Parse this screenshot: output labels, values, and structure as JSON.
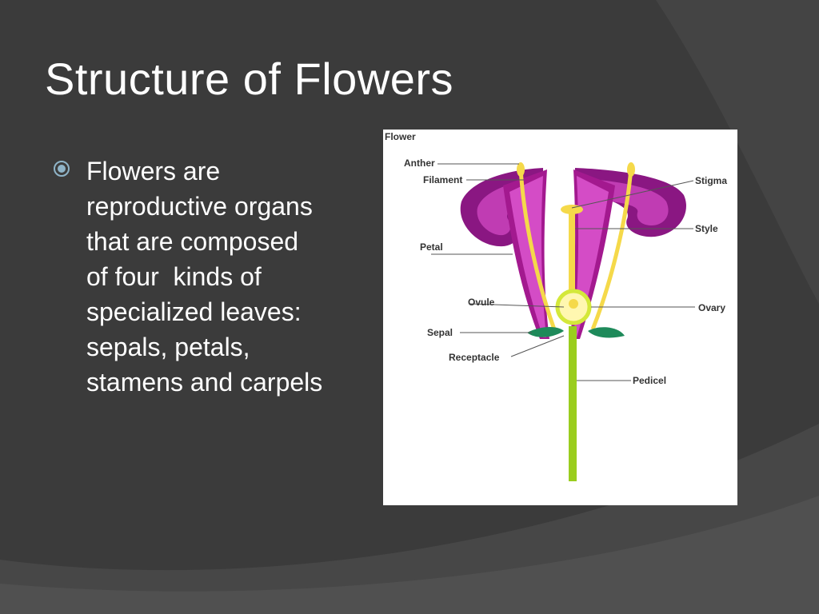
{
  "slide": {
    "title": "Structure of Flowers",
    "bullet_lines": [
      "Flowers are",
      "reproductive organs",
      "that are composed",
      "of four  kinds of",
      "specialized leaves:",
      "sepals, petals,",
      "stamens and carpels"
    ]
  },
  "diagram": {
    "heading": "Flower",
    "labels": {
      "anther": "Anther",
      "filament": "Filament",
      "petal": "Petal",
      "ovule": "Ovule",
      "sepal": "Sepal",
      "receptacle": "Receptacle",
      "stigma": "Stigma",
      "style": "Style",
      "ovary": "Ovary",
      "pedicel": "Pedicel"
    }
  },
  "colors": {
    "background": "#3b3b3b",
    "petal": "#9b1a8f",
    "stamen": "#f5d94a",
    "stem": "#9acd1e",
    "sepal": "#1e8a5a"
  },
  "icons": {
    "bullet": "circle-dot-icon"
  }
}
